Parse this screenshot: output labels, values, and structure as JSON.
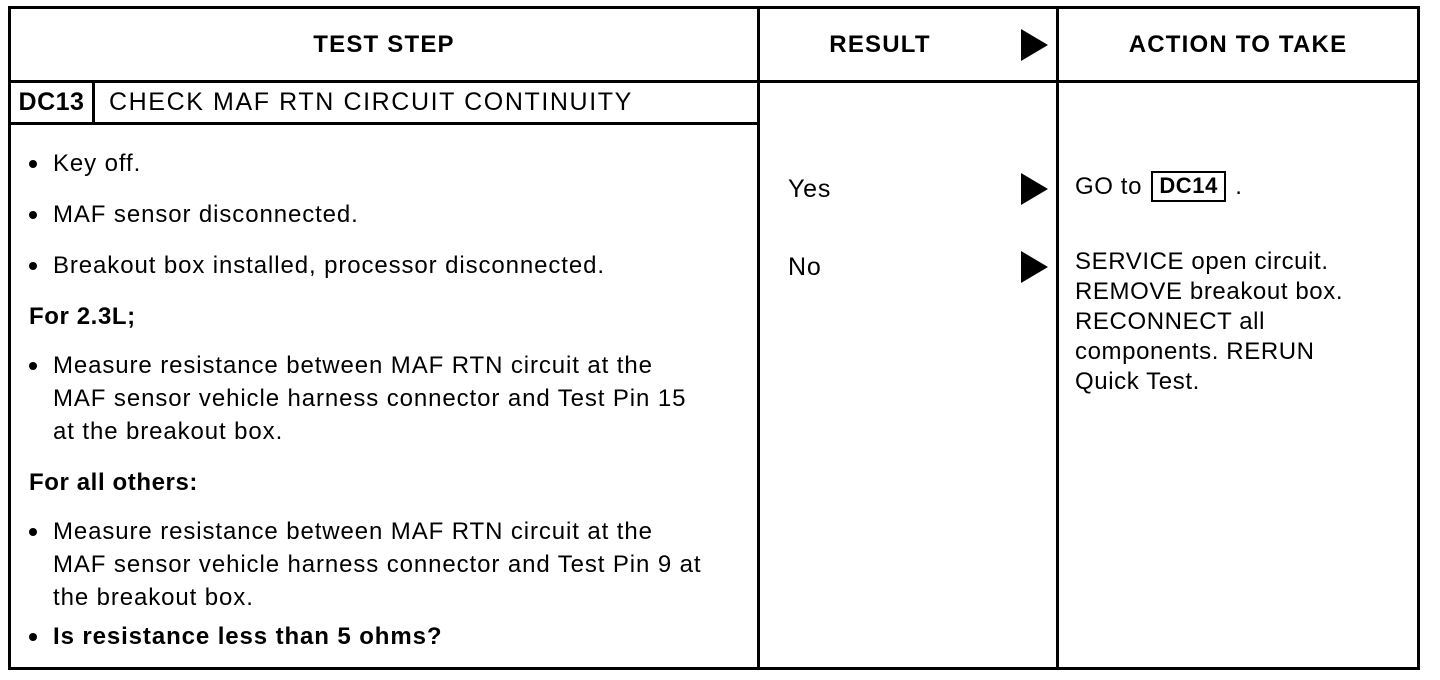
{
  "table": {
    "headers": {
      "test_step": "TEST STEP",
      "result": "RESULT",
      "action": "ACTION TO TAKE"
    },
    "step": {
      "code": "DC13",
      "title": "CHECK MAF RTN CIRCUIT CONTINUITY",
      "bullets": [
        "Key off.",
        "MAF sensor disconnected.",
        "Breakout box installed, processor disconnected."
      ],
      "section_23l": {
        "heading": "For 2.3L;",
        "bullet": "Measure resistance between MAF RTN circuit at the MAF sensor vehicle harness connector and Test Pin 15 at the breakout box."
      },
      "section_others": {
        "heading": "For all others:",
        "bullet": "Measure resistance between MAF RTN circuit at the MAF sensor vehicle harness connector and Test Pin 9 at the breakout box.",
        "question": "Is resistance less than 5 ohms?"
      }
    },
    "results": [
      {
        "label": "Yes"
      },
      {
        "label": "No"
      }
    ],
    "actions": {
      "yes": {
        "prefix": "GO to",
        "code": "DC14",
        "suffix": "."
      },
      "no": {
        "lines": [
          "SERVICE open circuit.",
          "REMOVE breakout box.",
          "RECONNECT all",
          "components. RERUN",
          "Quick Test."
        ]
      }
    }
  },
  "colors": {
    "ink": "#000000",
    "paper": "#ffffff"
  }
}
